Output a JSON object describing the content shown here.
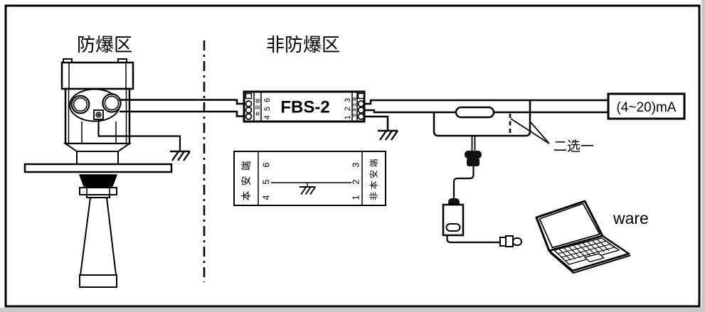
{
  "zones": {
    "hazardous": "防爆区",
    "non_hazardous": "非防爆区"
  },
  "barrier": {
    "model": "FBS-2",
    "intrinsic_side_terminals": "456",
    "non_intrinsic_side_terminals": "123",
    "intrinsic_side_label": "本安端",
    "non_intrinsic_side_label": "非本安端"
  },
  "output_box": {
    "label": "(4~20)mA"
  },
  "annotations": {
    "choose_one": "二选一",
    "software_text": "ware"
  },
  "terminal_detail": {
    "intrinsic_label": "本安端",
    "non_intrinsic_label": "非本安端",
    "left_digits_top_to_bottom": [
      "6",
      "5",
      "4"
    ],
    "right_digits_top_to_bottom": [
      "3",
      "2",
      "1"
    ]
  },
  "colors": {
    "line": "#000000",
    "background": "#ffffff"
  }
}
